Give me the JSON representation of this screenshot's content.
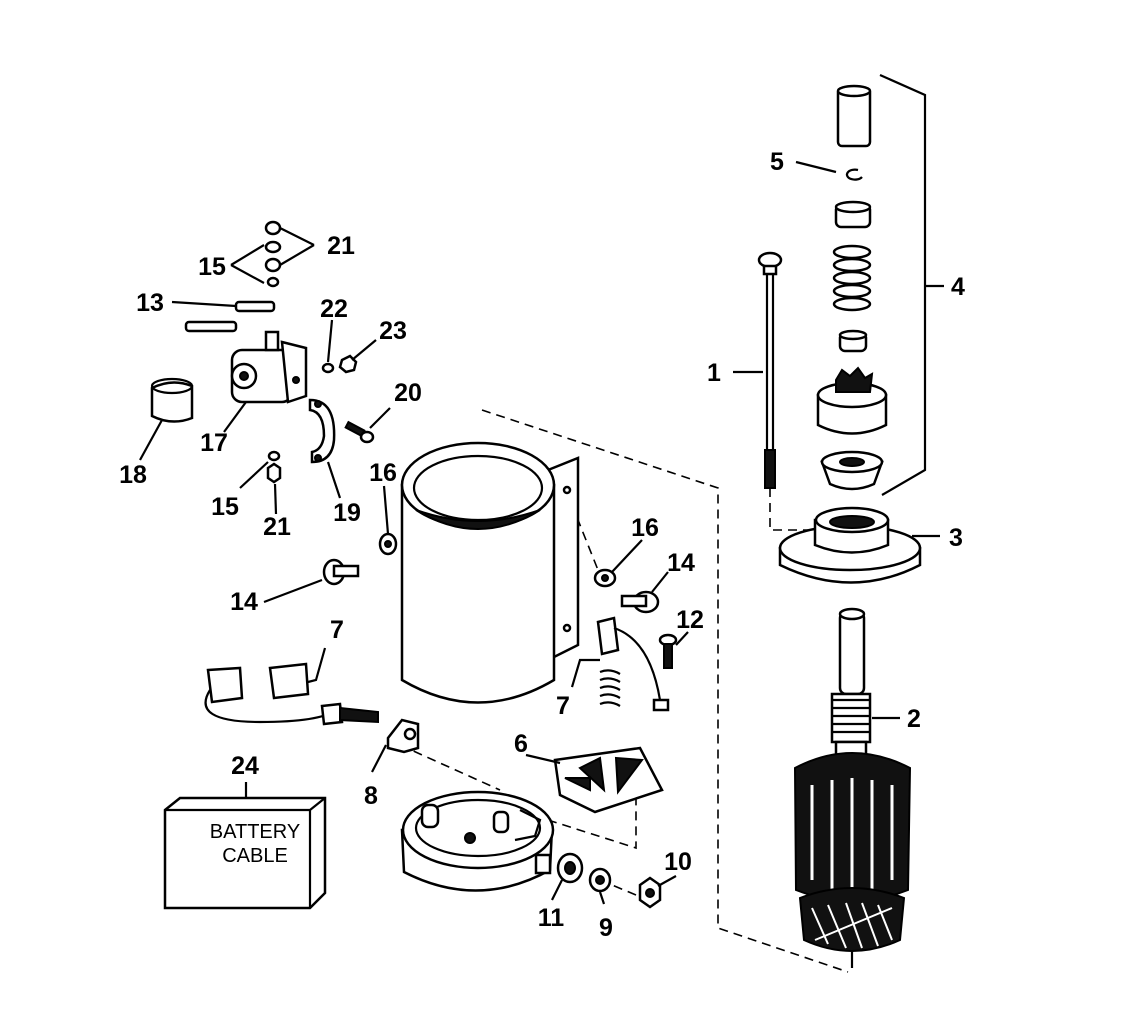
{
  "labels": {
    "l1": "1",
    "l2": "2",
    "l3": "3",
    "l4": "4",
    "l5": "5",
    "l6": "6",
    "l7a": "7",
    "l7b": "7",
    "l8": "8",
    "l9": "9",
    "l10": "10",
    "l11": "11",
    "l12": "12",
    "l13": "13",
    "l14a": "14",
    "l14b": "14",
    "l15a": "15",
    "l15b": "15",
    "l16a": "16",
    "l16b": "16",
    "l17": "17",
    "l18": "18",
    "l19": "19",
    "l20": "20",
    "l21a": "21",
    "l21b": "21",
    "l22": "22",
    "l23": "23",
    "l24": "24"
  },
  "battery_box": {
    "line1": "BATTERY",
    "line2": "CABLE"
  }
}
